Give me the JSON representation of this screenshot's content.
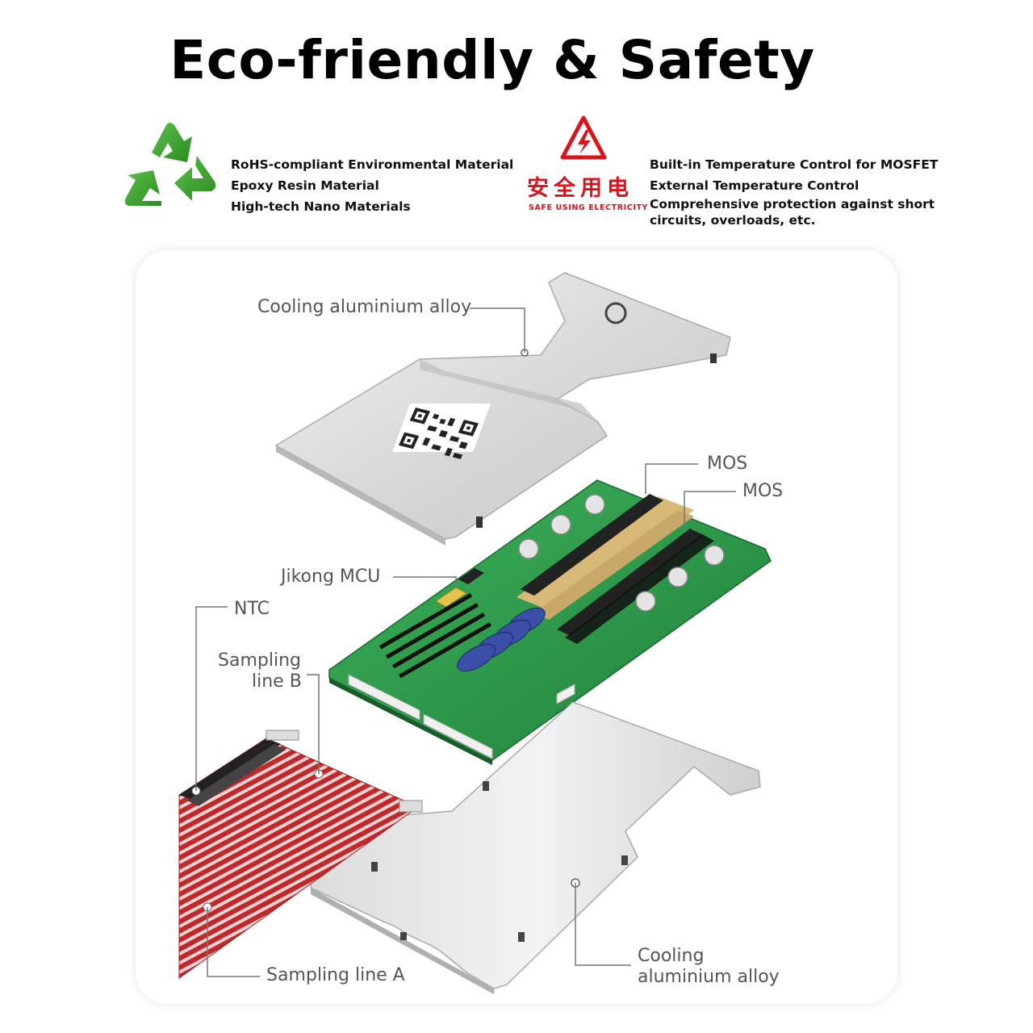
{
  "header": {
    "title": "Eco-friendly & Safety"
  },
  "features_left": [
    "RoHS-compliant Environmental Material",
    "Epoxy Resin Material",
    "High-tech Nano Materials"
  ],
  "safety_badge": {
    "cn": "安全用电",
    "en": "SAFE USING ELECTRICITY"
  },
  "features_right": [
    "Built-in Temperature Control for MOSFET",
    "External Temperature Control",
    "Comprehensive protection against short circuits, overloads, etc."
  ],
  "diagram_labels": {
    "cooling_top": "Cooling aluminium alloy",
    "mos_1": "MOS",
    "mos_2": "MOS",
    "mcu": "Jikong MCU",
    "ntc": "NTC",
    "sampling_b_line1": "Sampling",
    "sampling_b_line2": "line B",
    "sampling_a": "Sampling line A",
    "cooling_bottom_line1": "Cooling",
    "cooling_bottom_line2": "aluminium alloy"
  },
  "colors": {
    "recycle_green": "#3a9b2c",
    "safety_red": "#d8141c",
    "pcb_green": "#2f9e4e",
    "cable_red": "#c0282a",
    "capacitor_blue": "#3b4fa8"
  },
  "icons": [
    "recycle-icon",
    "high-voltage-warning-icon"
  ]
}
